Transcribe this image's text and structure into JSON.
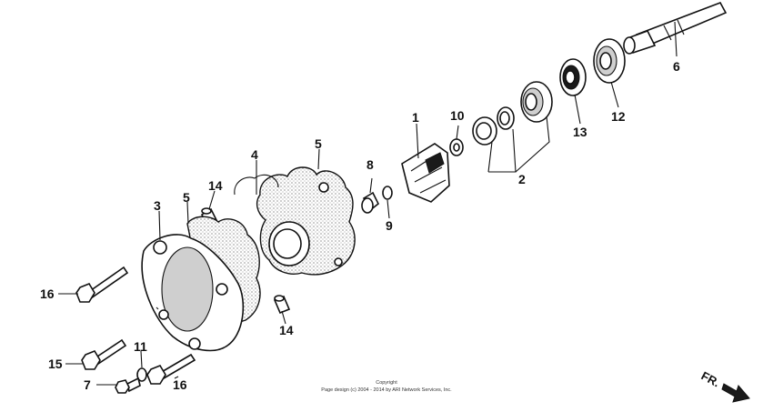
{
  "diagram": {
    "callouts": {
      "c1": "1",
      "c2": "2",
      "c3": "3",
      "c4": "4",
      "c5a": "5",
      "c5b": "5",
      "c6": "6",
      "c7": "7",
      "c8": "8",
      "c9": "9",
      "c10": "10",
      "c11": "11",
      "c12": "12",
      "c13": "13",
      "c14a": "14",
      "c14b": "14",
      "c15": "15",
      "c16a": "16",
      "c16b": "16"
    },
    "copyright_line1": "Copyright",
    "copyright_line2": "Page design (c) 2004 - 2014 by ARI Network Services, Inc.",
    "front_marker": "FR."
  }
}
